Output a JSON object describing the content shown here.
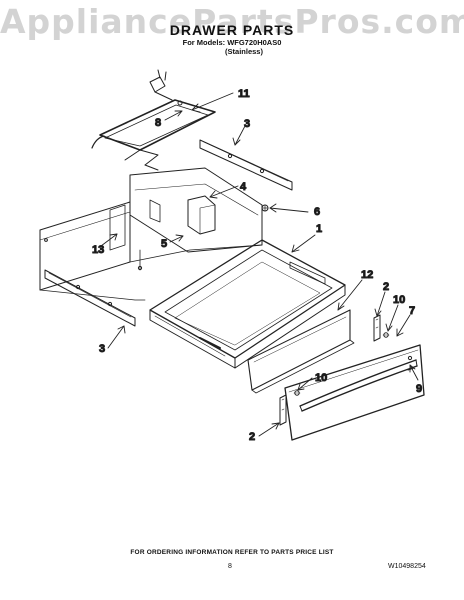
{
  "watermark": "AppliancePartsPros.com",
  "header": {
    "title": "DRAWER PARTS",
    "models": "For Models: WFG720H0AS0",
    "variant": "(Stainless)"
  },
  "callouts": [
    {
      "id": "c11a",
      "label": "11"
    },
    {
      "id": "c8",
      "label": "8"
    },
    {
      "id": "c3a",
      "label": "3"
    },
    {
      "id": "c4",
      "label": "4"
    },
    {
      "id": "c6",
      "label": "6"
    },
    {
      "id": "c1",
      "label": "1"
    },
    {
      "id": "c13",
      "label": "13"
    },
    {
      "id": "c5",
      "label": "5"
    },
    {
      "id": "c12",
      "label": "12"
    },
    {
      "id": "c2a",
      "label": "2"
    },
    {
      "id": "c10a",
      "label": "10"
    },
    {
      "id": "c7",
      "label": "7"
    },
    {
      "id": "c3b",
      "label": "3"
    },
    {
      "id": "c10b",
      "label": "10"
    },
    {
      "id": "c9",
      "label": "9"
    },
    {
      "id": "c2b",
      "label": "2"
    }
  ],
  "footer": {
    "note": "FOR ORDERING INFORMATION REFER TO PARTS PRICE LIST",
    "page": "8",
    "doc_number": "W10498254"
  }
}
